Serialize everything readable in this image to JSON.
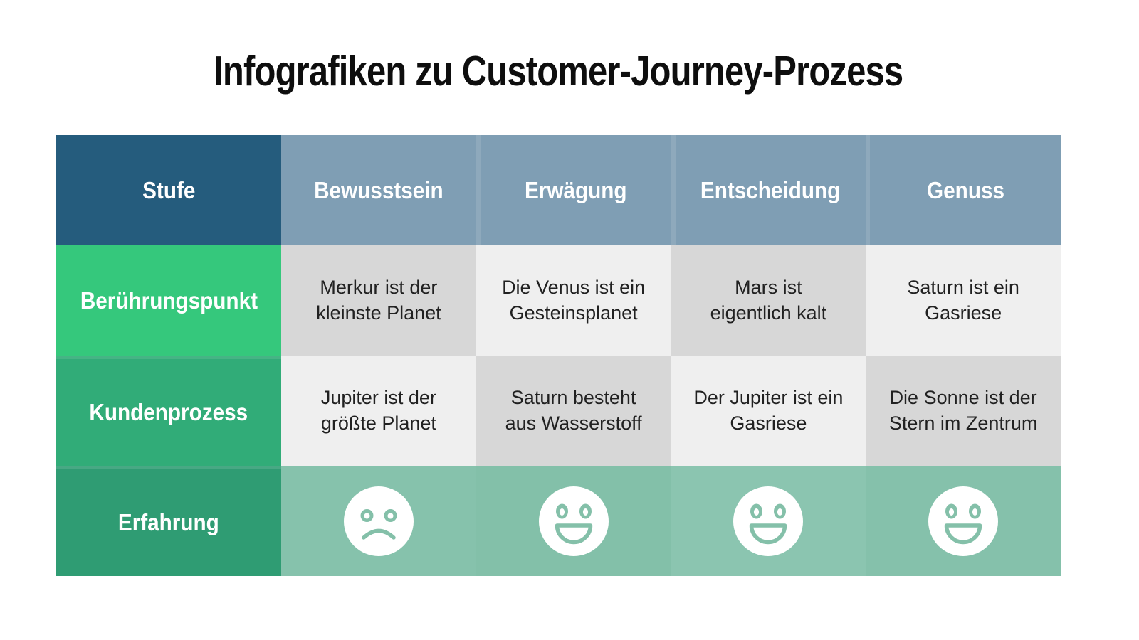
{
  "page": {
    "title": "Infografiken zu Customer-Journey-Prozess"
  },
  "table": {
    "corner_label": "Stufe",
    "columns": [
      "Bewusstsein",
      "Erwägung",
      "Entscheidung",
      "Genuss"
    ],
    "rows": [
      {
        "label": "Berührungspunkt",
        "cells": [
          "Merkur ist der\nkleinste Planet",
          "Die Venus ist ein\nGesteinsplanet",
          "Mars ist\neigentlich kalt",
          "Saturn ist ein\nGasriese"
        ]
      },
      {
        "label": "Kundenprozess",
        "cells": [
          "Jupiter ist der\ngrößte Planet",
          "Saturn besteht\naus Wasserstoff",
          "Der Jupiter ist ein\nGasriese",
          "Die Sonne ist der\nStern im Zentrum"
        ]
      },
      {
        "label": "Erfahrung",
        "faces": [
          "sad",
          "happy",
          "happy",
          "happy"
        ]
      }
    ]
  },
  "colors": {
    "header_dark_blue": "#255c7d",
    "header_blue_gray": "#7f9eb4",
    "row1_green": "#35c87c",
    "row2_green": "#31ac78",
    "row3_green": "#2f9c73",
    "cell_gray_dark": "#d7d7d7",
    "cell_gray_light": "#efefef",
    "face_cell_sage": "#85c2ac",
    "face_white": "#ffffff",
    "title_black": "#0e0e0e"
  }
}
